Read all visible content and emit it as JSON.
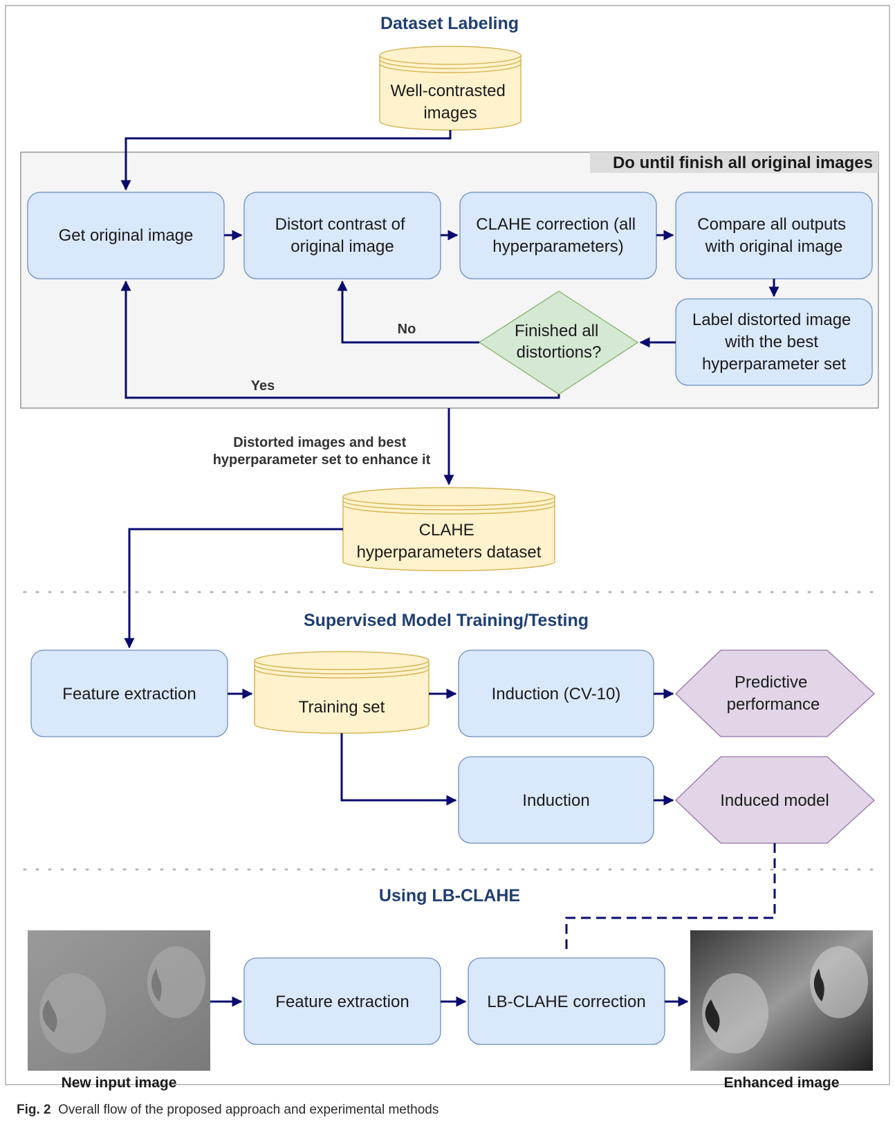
{
  "sections": {
    "dataset_labeling": "Dataset Labeling",
    "training_testing": "Supervised Model Training/Testing",
    "using": "Using LB-CLAHE"
  },
  "loop_label": "Do until finish all original images",
  "nodes": {
    "well_contrasted": [
      "Well-contrasted",
      "images"
    ],
    "get_original": [
      "Get original image"
    ],
    "distort_contrast": [
      "Distort contrast of",
      "original image"
    ],
    "clahe_correction": [
      "CLAHE correction (all",
      "hyperparameters)"
    ],
    "compare_outputs": [
      "Compare all outputs",
      "with original image"
    ],
    "label_distorted": [
      "Label distorted image",
      "with the best",
      "hyperparameter set"
    ],
    "finished_distortions": [
      "Finished all",
      "distortions?"
    ],
    "clahe_dataset": [
      "CLAHE",
      "hyperparameters dataset"
    ],
    "feature_extraction_1": [
      "Feature extraction"
    ],
    "training_set": [
      "Training set"
    ],
    "induction_cv": [
      "Induction (CV-10)"
    ],
    "predictive_performance": [
      "Predictive",
      "performance"
    ],
    "induction": [
      "Induction"
    ],
    "induced_model": [
      "Induced model"
    ],
    "feature_extraction_2": [
      "Feature extraction"
    ],
    "lb_clahe_correction": [
      "LB-CLAHE correction"
    ]
  },
  "edge_labels": {
    "no": "No",
    "yes": "Yes",
    "distorted_images": [
      "Distorted images and best",
      "hyperparameter set to enhance it"
    ]
  },
  "images": {
    "new_input": "New input image",
    "enhanced": "Enhanced image"
  },
  "caption": {
    "label": "Fig. 2",
    "text": "Overall flow of the proposed approach and experimental methods"
  },
  "colors": {
    "process_fill": "#dae8fc",
    "process_stroke": "#6c8ebf",
    "data_fill": "#fff2cc",
    "data_stroke": "#d6b656",
    "decision_fill": "#d5e8d4",
    "decision_stroke": "#82b366",
    "output_fill": "#e1d5e7",
    "output_stroke": "#9673a6",
    "arrow": "#0a0a6e",
    "heading": "#1f3f73"
  }
}
